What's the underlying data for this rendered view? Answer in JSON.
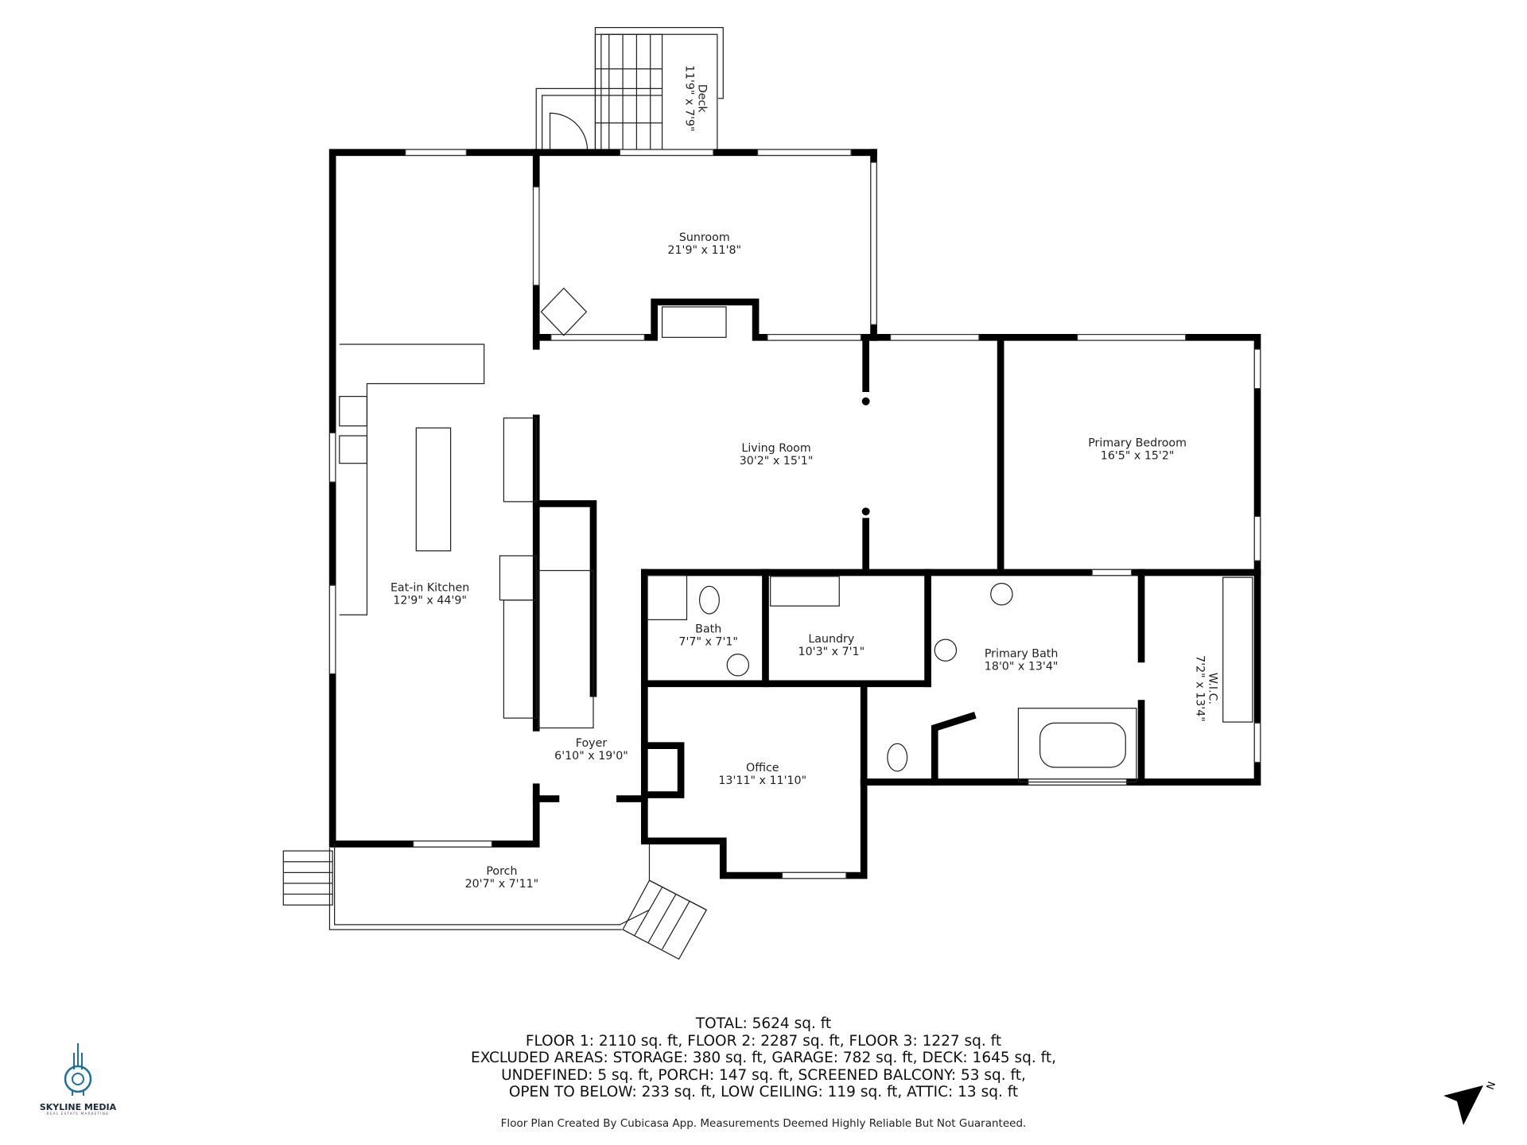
{
  "rooms": [
    {
      "name": "Deck",
      "size": "11'9\" x 7'9\""
    },
    {
      "name": "Sunroom",
      "size": "21'9\" x 11'8\""
    },
    {
      "name": "Living Room",
      "size": "30'2\" x 15'1\""
    },
    {
      "name": "Primary Bedroom",
      "size": "16'5\" x 15'2\""
    },
    {
      "name": "Eat-in Kitchen",
      "size": "12'9\" x 44'9\""
    },
    {
      "name": "Bath",
      "size": "7'7\" x 7'1\""
    },
    {
      "name": "Laundry",
      "size": "10'3\" x 7'1\""
    },
    {
      "name": "Primary Bath",
      "size": "18'0\" x 13'4\""
    },
    {
      "name": "W.I.C.",
      "size": "7'2\" x 13'4\""
    },
    {
      "name": "Foyer",
      "size": "6'10\" x 19'0\""
    },
    {
      "name": "Office",
      "size": "13'11\" x 11'10\""
    },
    {
      "name": "Porch",
      "size": "20'7\" x 7'11\""
    }
  ],
  "summary": {
    "total": "TOTAL: 5624 sq. ft",
    "floors": "FLOOR 1: 2110 sq. ft, FLOOR 2: 2287 sq. ft, FLOOR 3: 1227 sq. ft",
    "excluded_1": "EXCLUDED AREAS: STORAGE: 380 sq. ft, GARAGE: 782 sq. ft, DECK: 1645 sq. ft,",
    "excluded_2": "UNDEFINED: 5 sq. ft, PORCH: 147 sq. ft, SCREENED BALCONY: 53 sq. ft,",
    "excluded_3": "OPEN TO BELOW: 233 sq. ft, LOW CEILING: 119 sq. ft, ATTIC: 13 sq. ft"
  },
  "credit": "Floor Plan Created By Cubicasa App. Measurements Deemed Highly Reliable But Not Guaranteed.",
  "logo": {
    "name": "SKYLINE MEDIA",
    "tagline": "REAL ESTATE MARKETING",
    "color": "#1f6f9f"
  },
  "compass": {
    "letter": "N",
    "icon": "north-arrow-icon"
  }
}
